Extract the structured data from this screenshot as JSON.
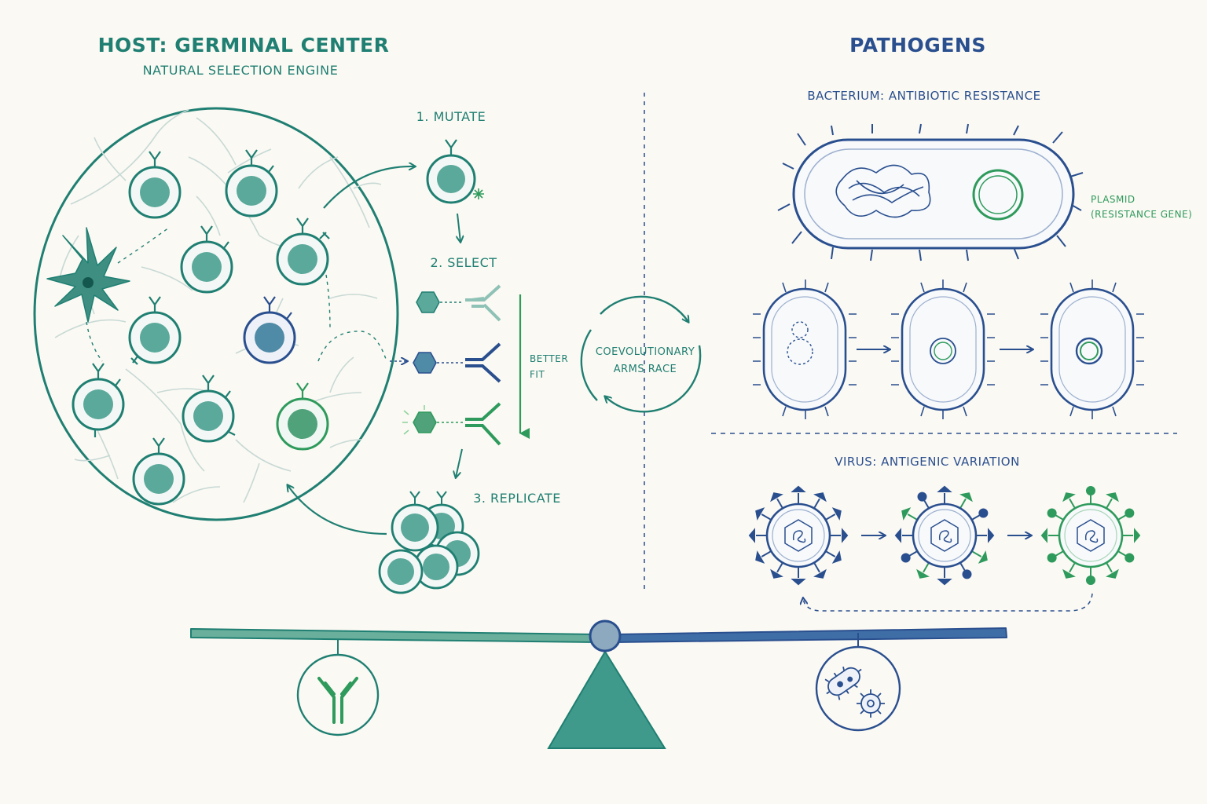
{
  "host": {
    "title": "HOST: GERMINAL CENTER",
    "subtitle": "NATURAL SELECTION ENGINE",
    "steps": {
      "mutate": "1. MUTATE",
      "select": "2. SELECT",
      "replicate": "3. REPLICATE"
    },
    "fit_label_1": "BETTER",
    "fit_label_2": "FIT"
  },
  "center": {
    "cycle_label_1": "COEVOLUTIONARY",
    "cycle_label_2": "ARMS RACE"
  },
  "pathogens": {
    "title": "PATHOGENS",
    "bacterium_title": "BACTERIUM: ANTIBIOTIC RESISTANCE",
    "plasmid_label_1": "PLASMID",
    "plasmid_label_2": "(RESISTANCE GENE)",
    "virus_title": "VIRUS: ANTIGENIC VARIATION"
  },
  "colors": {
    "teal": "#1f7f72",
    "teal_fill": "#5ba99b",
    "green": "#2e9a5c",
    "blue": "#2a4f8f",
    "light_branch": "#c7d9d6",
    "background": "#fbf9f3"
  },
  "icons": [
    "antibody-icon",
    "pathogen-icon",
    "dendritic-cell-icon",
    "b-cell-icon",
    "antigen-icon",
    "virus-icon",
    "bacterium-icon",
    "plasmid-icon"
  ]
}
